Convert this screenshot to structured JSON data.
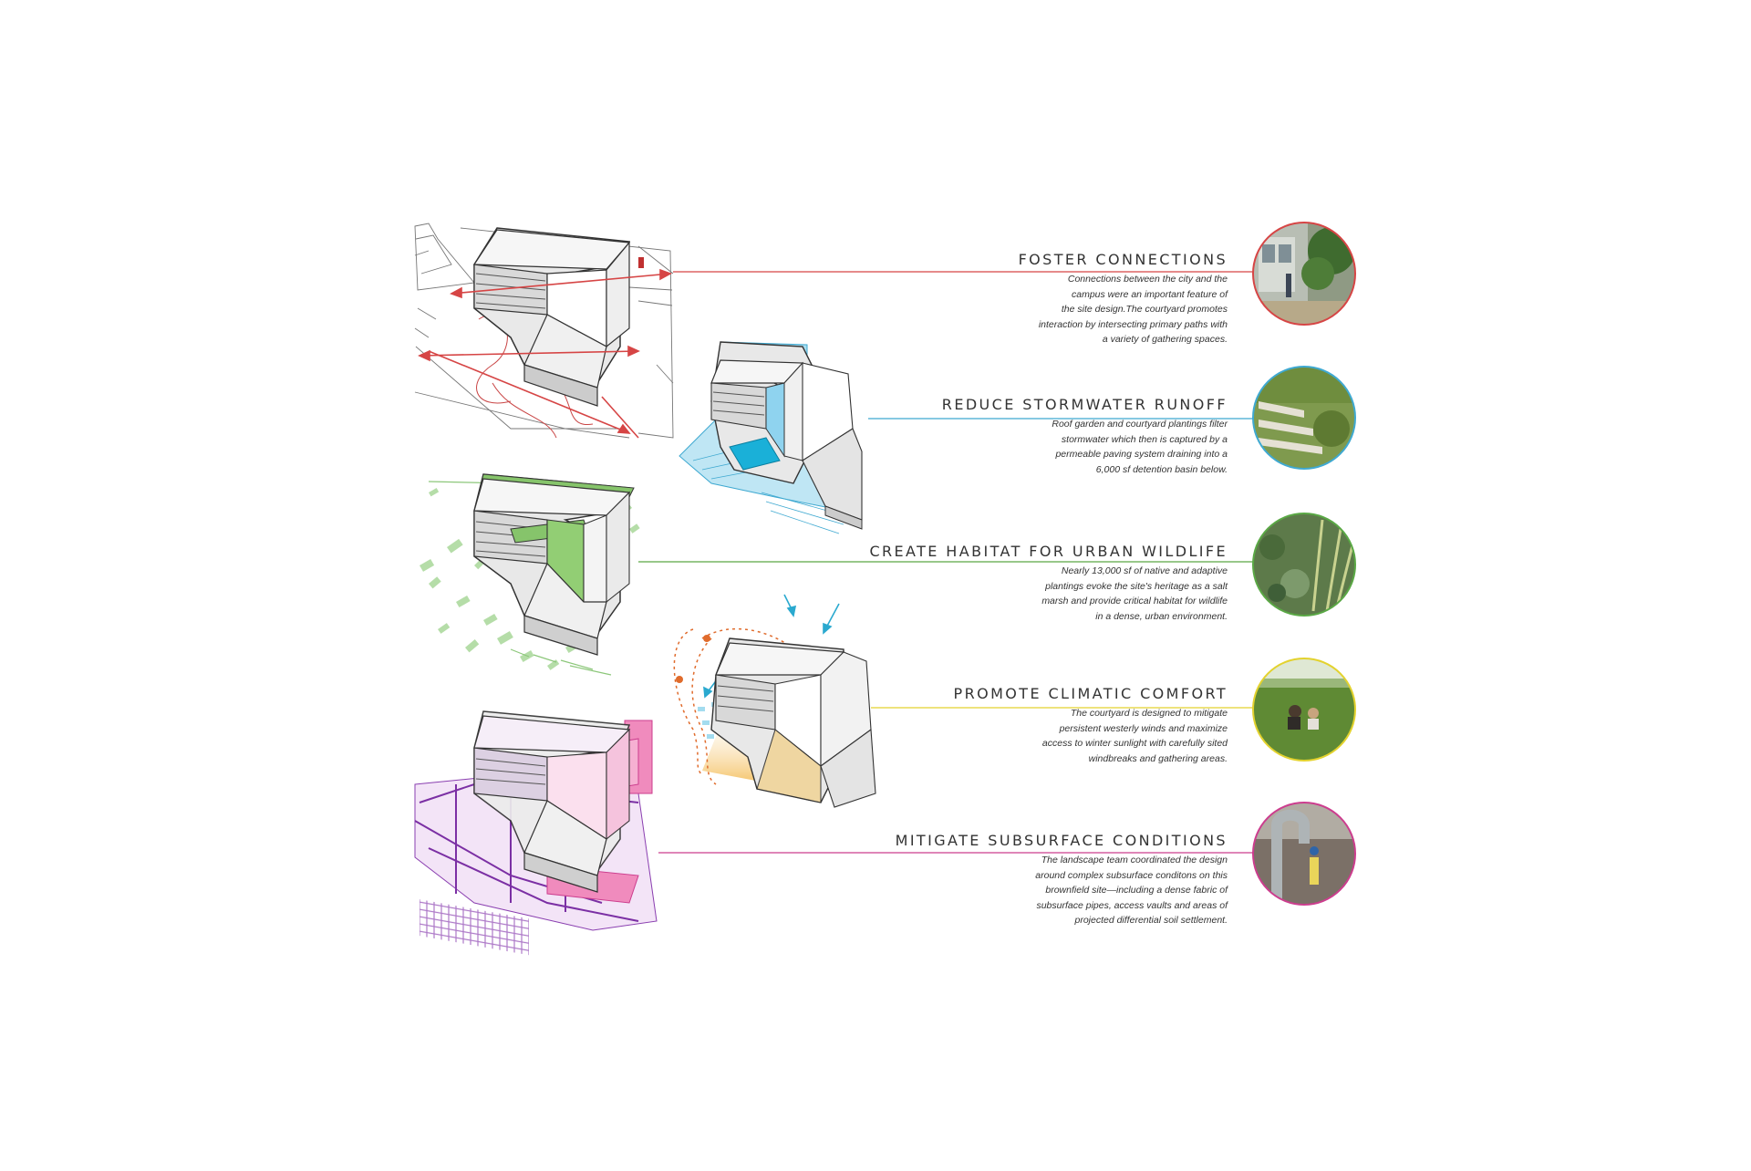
{
  "strategies": [
    {
      "id": "foster",
      "title": "FOSTER CONNECTIONS",
      "description": "Connections between the city and the\ncampus were an important feature of\nthe site design.The courtyard promotes\ninteraction by intersecting primary paths with\na variety of gathering spaces.",
      "color": "#d64545",
      "photo": "pedestrians-walking-campus-path-photo"
    },
    {
      "id": "stormwater",
      "title": "REDUCE STORMWATER RUNOFF",
      "description": "Roof garden and courtyard plantings filter\nstormwater which then is captured by a\npermeable paving system draining into a\n6,000 sf detention basin below.",
      "color": "#3fa9d1",
      "photo": "terraced-planting-steps-photo"
    },
    {
      "id": "habitat",
      "title": "CREATE HABITAT FOR URBAN WILDLIFE",
      "description": "Nearly 13,000 sf of native and adaptive\nplantings evoke the site's heritage as a salt\nmarsh and provide critical habitat for wildlife\nin a dense, urban environment.",
      "color": "#5aa845",
      "photo": "native-grass-planting-photo"
    },
    {
      "id": "climatic",
      "title": "PROMOTE CLIMATIC COMFORT",
      "description": "The courtyard is designed to mitigate\npersistent westerly winds and maximize\naccess to winter sunlight with carefully sited\nwindbreaks and gathering areas.",
      "color": "#e3d22e",
      "photo": "people-sitting-on-lawn-photo"
    },
    {
      "id": "subsurface",
      "title": "MITIGATE SUBSURFACE CONDITIONS",
      "description": "The landscape team coordinated the design\naround complex subsurface conditons on this\nbrownfield site—including a dense fabric of\nsubsurface pipes, access vaults and areas of\nprojected differential soil settlement.",
      "color": "#cc3d8e",
      "photo": "vent-pipe-with-worker-photo"
    }
  ]
}
